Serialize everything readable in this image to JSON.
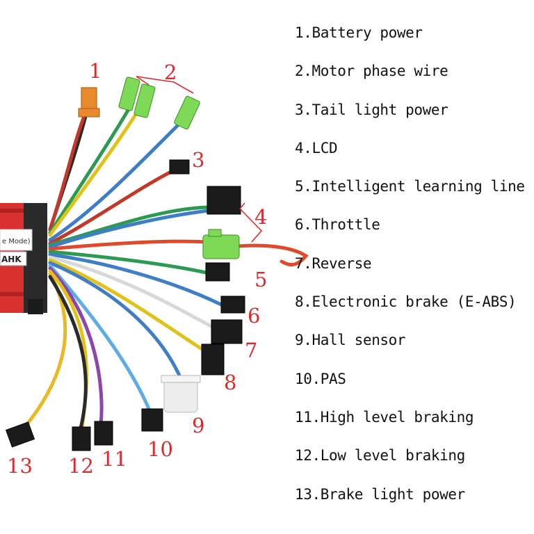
{
  "legend": [
    "1.Battery power",
    "2.Motor phase wire",
    "3.Tail light power",
    "4.LCD",
    "5.Intelligent learning line",
    "6.Throttle",
    "7.Reverse",
    "8.Electronic brake (E-ABS)",
    "9.Hall sensor",
    "10.PAS",
    "11.High level braking",
    "12.Low level braking",
    "13.Brake light power"
  ],
  "callouts": [
    "1",
    "2",
    "3",
    "4",
    "5",
    "6",
    "7",
    "8",
    "9",
    "10",
    "11",
    "12",
    "13"
  ],
  "controller": {
    "label_top": "e Mode)",
    "label_badge": "AHK"
  },
  "colors": {
    "callout": "#e0282b",
    "housing": "#d8312f",
    "connector_green": "#7ed957",
    "text": "#111111"
  }
}
